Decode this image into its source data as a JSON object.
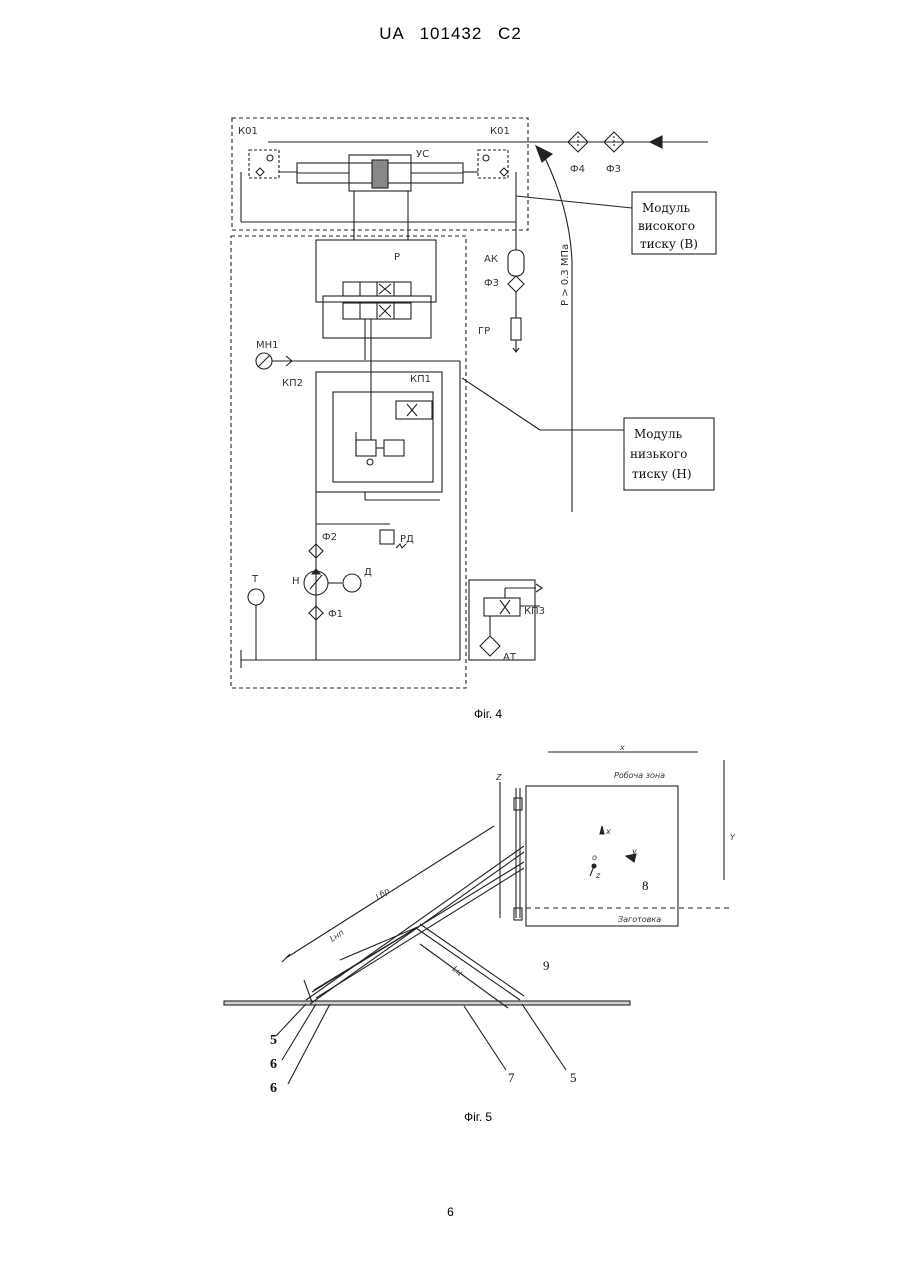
{
  "header": {
    "text": "UA 101432 C2"
  },
  "fig4": {
    "caption": "Фіг. 4",
    "labels": {
      "k01_left": "К01",
      "k01_right": "К01",
      "uc": "УС",
      "f4": "Ф4",
      "f3_top": "Ф3",
      "ak": "АК",
      "f3_mid": "Ф3",
      "gr": "ГР",
      "r": "Р",
      "mn1": "МН1",
      "kp2": "КП2",
      "kp1": "КП1",
      "f2": "Ф2",
      "rd": "РД",
      "t": "Т",
      "n": "Н",
      "d": "Д",
      "f1": "Ф1",
      "kp3": "КП3",
      "at": "АТ",
      "pressure": "P > 0.3 МПа"
    },
    "module_high": {
      "line1": "Модуль",
      "line2": "високого",
      "line3": "тиску (В)"
    },
    "module_low": {
      "line1": "Модуль",
      "line2": "низького",
      "line3": "тиску (Н)"
    }
  },
  "fig5": {
    "caption": "Фіг. 5",
    "labels": {
      "work_zone": "Робоча зона",
      "blank": "Заготовка",
      "x_top": "x",
      "y_right": "Y",
      "z_left": "Z",
      "axis_x": "x",
      "axis_y": "y",
      "axis_z": "z",
      "origin": "o",
      "n8": "8",
      "n9": "9",
      "n5_left": "5",
      "n6_a": "6",
      "n6_b": "6",
      "n7": "7",
      "n5_right": "5",
      "dim_lbr": "Lбр",
      "dim_lnp": "Lнп",
      "dim_lu": "Lц"
    }
  },
  "page_number": "6"
}
